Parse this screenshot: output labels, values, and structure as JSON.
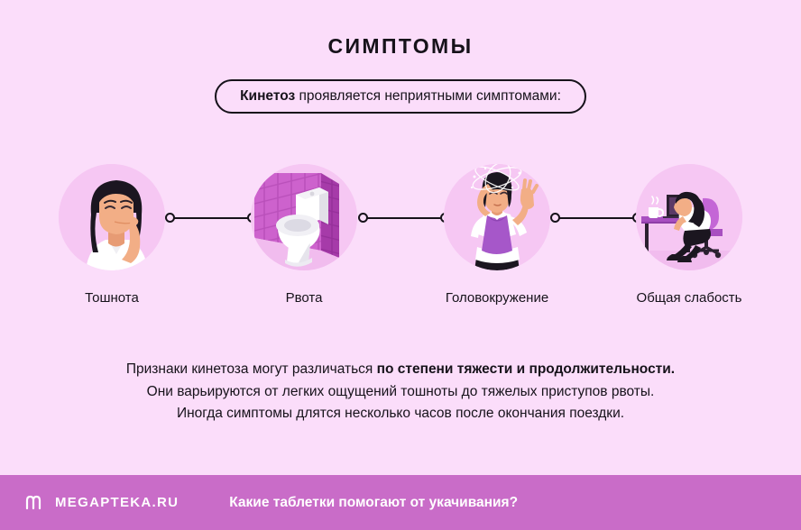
{
  "header": {
    "title": "СИМПТОМЫ",
    "banner_bold": "Кинетоз",
    "banner_rest": " проявляется неприятными симптомами:"
  },
  "symptoms": [
    {
      "label": "Тошнота",
      "icon": "nauseous-woman-icon"
    },
    {
      "label": "Рвота",
      "icon": "toilet-icon"
    },
    {
      "label": "Головокружение",
      "icon": "dizzy-woman-icon"
    },
    {
      "label": "Общая слабость",
      "icon": "exhausted-woman-at-desk-icon"
    }
  ],
  "body": {
    "line1_plain": "Признаки кинетоза могут различаться ",
    "line1_bold": "по степени тяжести и продолжительности.",
    "line2": "Они варьируются от легких ощущений тошноты до тяжелых приступов рвоты.",
    "line3": "Иногда симптомы длятся несколько часов после окончания поездки."
  },
  "footer": {
    "logo_icon": "megapteka-m-logo-icon",
    "brand": "MEGAPTEKA.RU",
    "caption": "Какие таблетки помогают от укачивания?"
  },
  "colors": {
    "background": "#FBDDFA",
    "circle": "#F6C7F3",
    "ink": "#16121A",
    "footer": "#C96CC8",
    "accent_purple": "#B05BC4",
    "skin": "#F2AE86",
    "hair": "#1B1620"
  }
}
